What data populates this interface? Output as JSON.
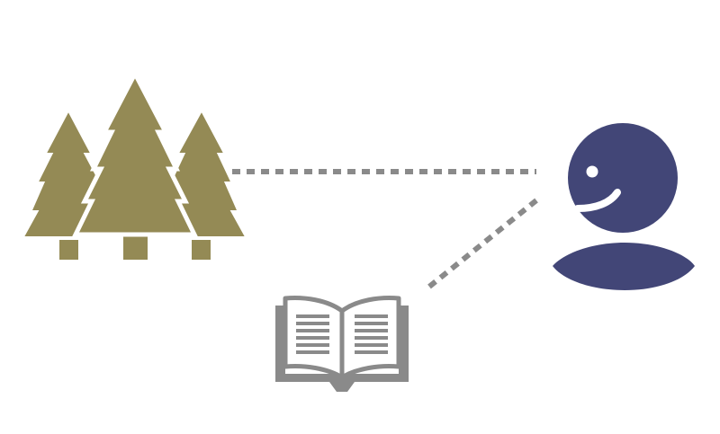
{
  "diagram": {
    "nodes": [
      {
        "id": "forest",
        "icon": "forest-icon",
        "label": ""
      },
      {
        "id": "person",
        "icon": "person-icon",
        "label": ""
      },
      {
        "id": "book",
        "icon": "open-book-icon",
        "label": ""
      }
    ],
    "connectors": [
      {
        "from": "forest",
        "to": "person",
        "style": "dotted"
      },
      {
        "from": "book",
        "to": "person",
        "style": "dotted"
      }
    ]
  },
  "colors": {
    "forest": "#948A55",
    "person": "#424677",
    "book": "#8A8A8A",
    "connector": "#8A8A8A",
    "background": "#FFFFFF"
  }
}
